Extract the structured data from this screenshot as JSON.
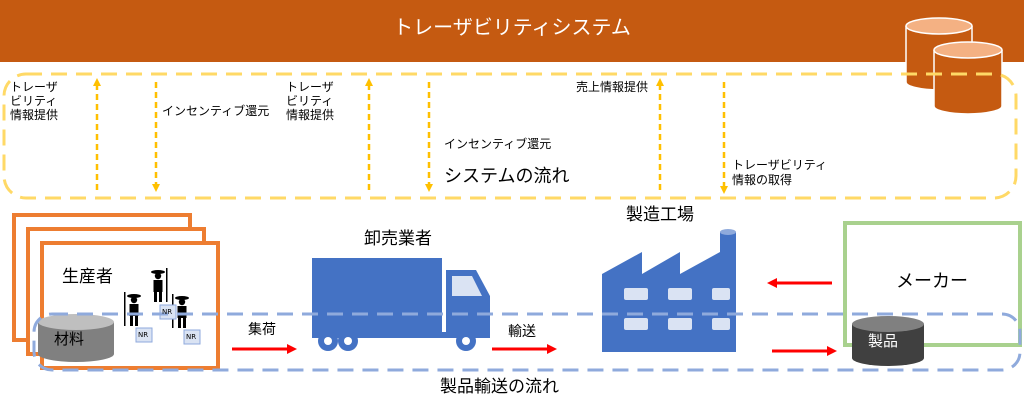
{
  "banner": {
    "title": "トレーザビリティシステム"
  },
  "system_flow": {
    "title": "システムの流れ",
    "labels": {
      "trace_provide_1": "トレーザビリティ情報提供",
      "incentive_1": "インセンティブ還元",
      "trace_provide_2": "トレーザビリティ情報提供",
      "incentive_2": "インセンティブ還元",
      "sales_info": "売上情報提供",
      "trace_acquire_line1": "トレーザビリティ",
      "trace_acquire_line2": "情報の取得"
    }
  },
  "actors": {
    "producer": "生産者",
    "wholesaler": "卸売業者",
    "factory": "製造工場",
    "maker": "メーカー"
  },
  "items": {
    "material": "材料",
    "product": "製品",
    "crate_tag": "NR"
  },
  "product_flow": {
    "title": "製品輸送の流れ",
    "collect": "集荷",
    "transport": "輸送"
  },
  "colors": {
    "banner": "#C55A11",
    "dashed_system": "#FFD966",
    "arrow_yellow": "#FFC000",
    "producer_border": "#ED7D31",
    "truck": "#4472C4",
    "factory": "#4472C4",
    "maker_border": "#A9D18E",
    "dashed_product": "#8FAADC",
    "red_arrow": "#FF0000",
    "cylinder_gray": "#808080",
    "cylinder_dark": "#404040",
    "db_orange": "#C55A11"
  }
}
